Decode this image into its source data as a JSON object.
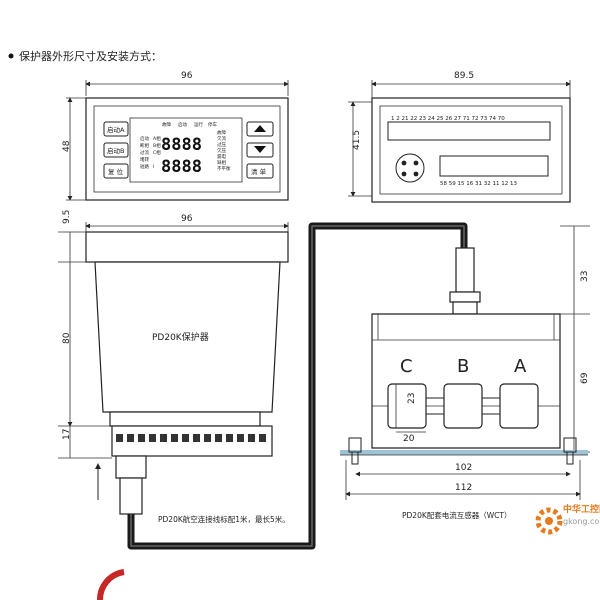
{
  "heading": "保护器外形尺寸及安装方式：",
  "front_view": {
    "width_label": "96",
    "height_label": "48",
    "buttons_left": [
      "启动A",
      "启动B",
      "复 位"
    ],
    "button_right_bottom": "清 单",
    "display_top_labels": [
      "故障",
      "启动",
      "运行",
      "停车"
    ],
    "display_left_labels": [
      "启动",
      "断相",
      "过流",
      "堵转",
      "短路"
    ],
    "display_mid_labels": [
      "A相",
      "B相",
      "C相",
      "I"
    ],
    "display_right_labels": [
      "故障",
      "欠流",
      "过压",
      "欠压",
      "漏电",
      "缺相",
      "不平衡"
    ],
    "digits_row1": "8888",
    "digits_row2": "8888"
  },
  "back_view": {
    "width_label": "89.5",
    "height_label": "41.5",
    "terminals_top": "1  2  21  22  23  24  25  26  27  71  72  73  74  70",
    "terminals_bottom": "58  59  15  16  31  32        11  12  13"
  },
  "side_view": {
    "width_label": "96",
    "top_label": "9.5",
    "body_label": "80",
    "terminal_label": "17",
    "device_name": "PD20K保护器",
    "cable_note": "PD20K航空连接线标配1米，最长5米。"
  },
  "transformer": {
    "phases": [
      "C",
      "B",
      "A"
    ],
    "plug_height_label": "33",
    "body_height_label": "69",
    "window_height_label": "23",
    "window_width_label": "20",
    "mount_width_label": "102",
    "total_width_label": "112",
    "caption": "PD20K配套电流互感器（WCT）"
  },
  "watermark": {
    "brand": "中华工控网",
    "domain": "gkong.com"
  },
  "colors": {
    "ink": "#222222",
    "cable": "#1a1a1a",
    "base_bar": "#9fc3d6",
    "watermark": "#e87a1e"
  }
}
